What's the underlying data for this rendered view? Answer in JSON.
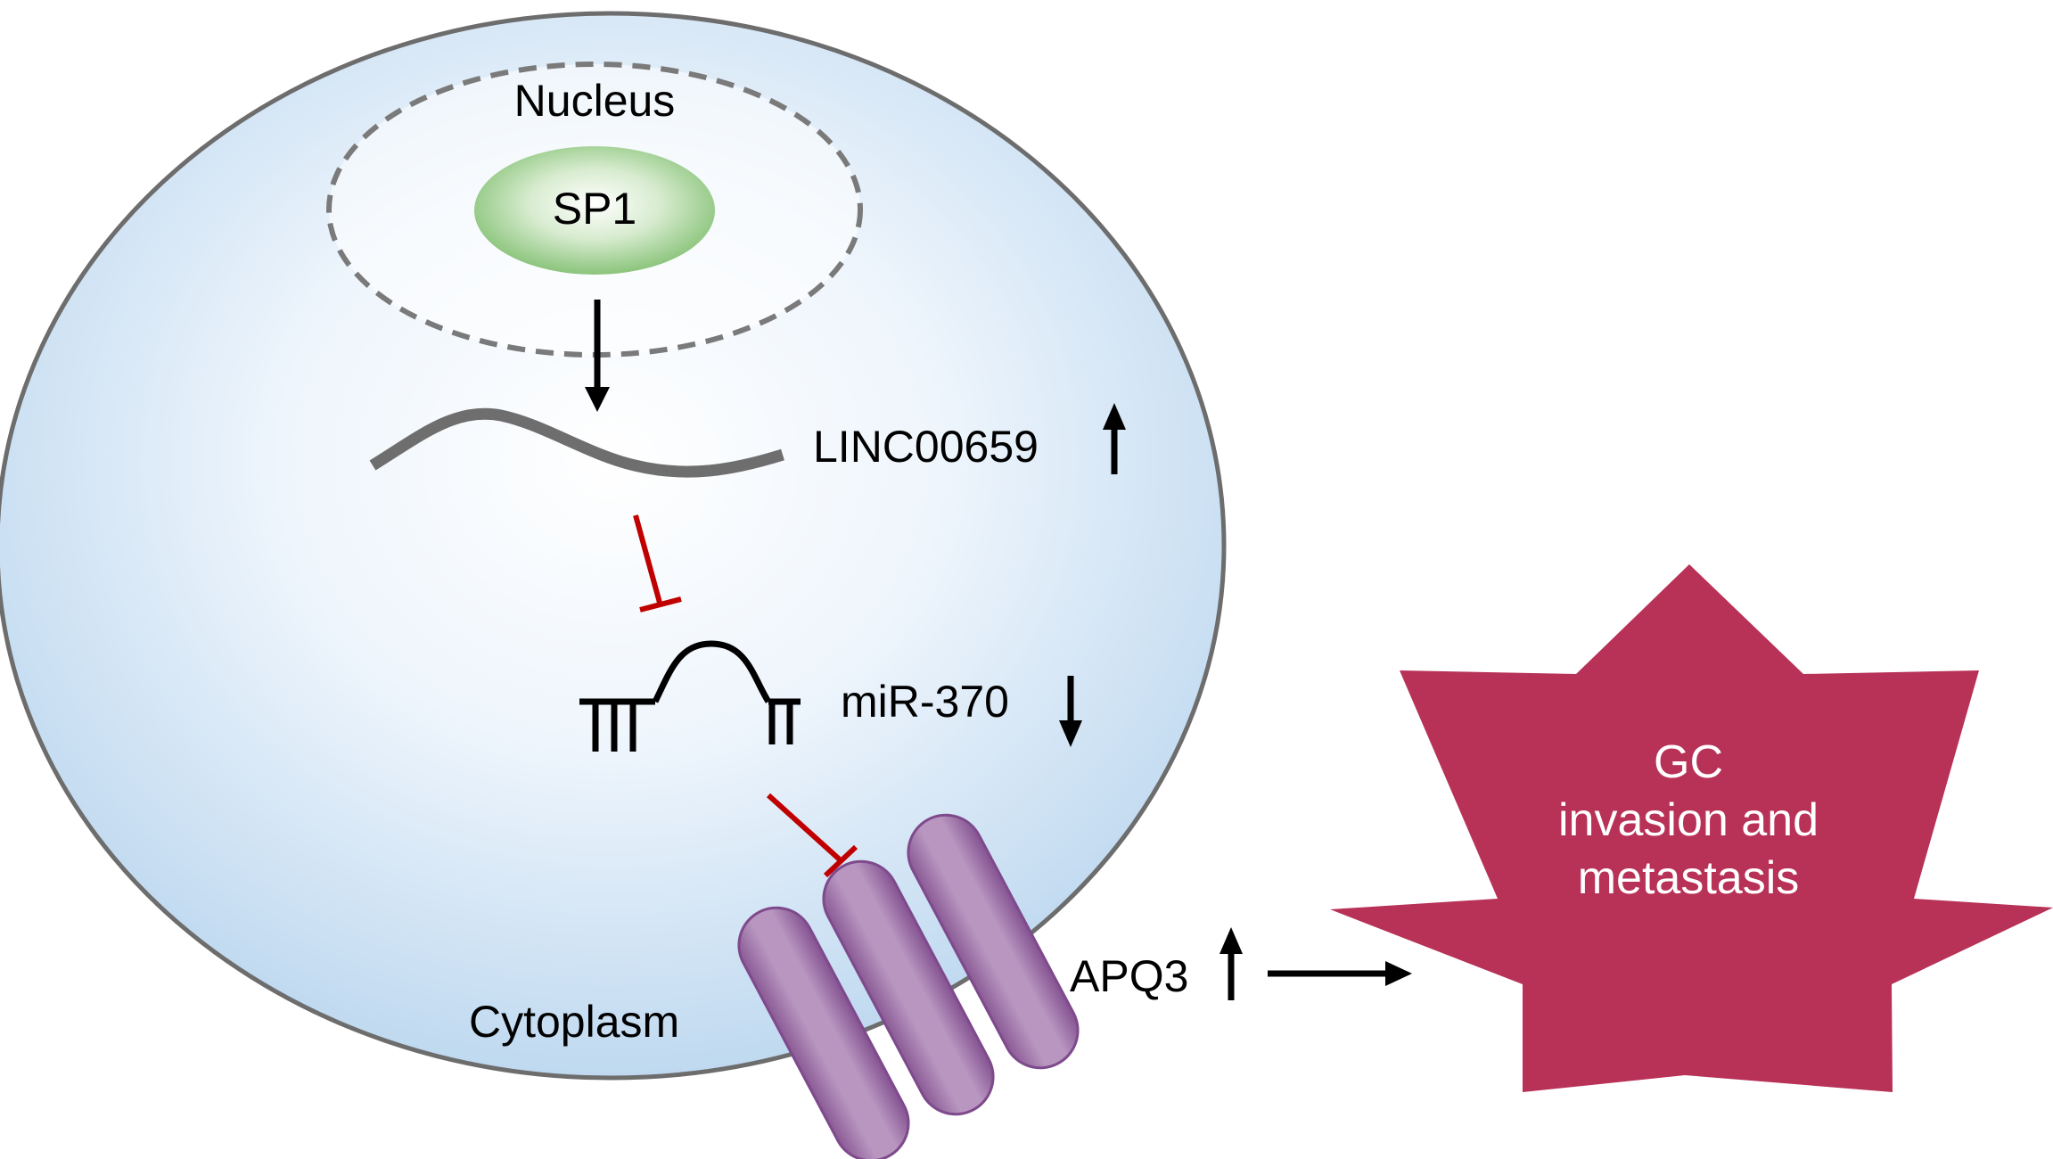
{
  "labels": {
    "nucleus": "Nucleus",
    "sp1": "SP1",
    "linc": "LINC00659",
    "mir": "miR-370",
    "apq3": "APQ3",
    "cytoplasm": "Cytoplasm"
  },
  "outcome": {
    "line1": "GC",
    "line2": "invasion and",
    "line3": "metastasis"
  },
  "expression": {
    "linc": "up",
    "mir": "down",
    "apq3": "up"
  },
  "colors": {
    "cell_fill_center": "#ffffff",
    "cell_fill_edge": "#c2dbf1",
    "cell_border": "#6d6d6d",
    "nucleus_border": "#7a7a7a",
    "sp1_fill": "#8cc77e",
    "inhibit_red": "#c00000",
    "channel_purple": "#a77bb0",
    "star_fill": "#b83157",
    "star_text": "#ffffff",
    "arrow_black": "#000000"
  }
}
